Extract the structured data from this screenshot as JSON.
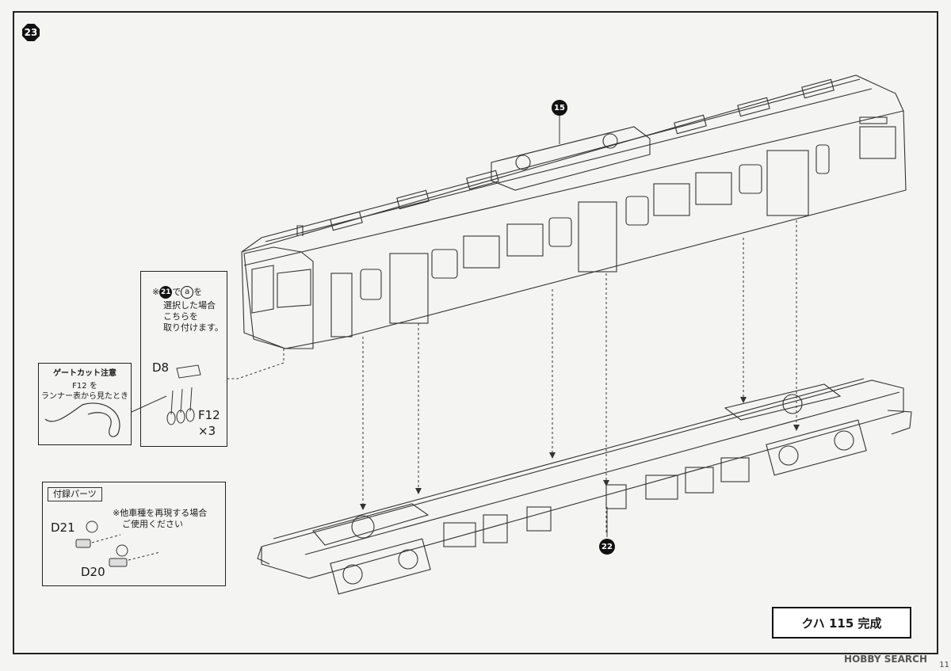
{
  "step": "23",
  "callout_body": "15",
  "callout_chassis": "22",
  "note_box": {
    "ref_step": "21",
    "ref_option": "a",
    "line1_suffix": "で",
    "line1_end": "を",
    "line2": "選択した場合",
    "line3": "こちらを",
    "line4": "取り付けます。",
    "part_top": "D8",
    "part_bottom": "F12",
    "qty": "×3",
    "mark": "※"
  },
  "gate_box": {
    "title": "ゲートカット注意",
    "line1": "F12 を",
    "line2": "ランナー表から見たとき"
  },
  "bonus_box": {
    "title": "付録パーツ",
    "note_mark": "※",
    "note1": "他車種を再現する場合",
    "note2": "ご使用ください",
    "part1": "D21",
    "part2": "D20"
  },
  "complete_label": "クハ 115 完成",
  "watermark": "HOBBY SEARCH",
  "page_number": "11"
}
